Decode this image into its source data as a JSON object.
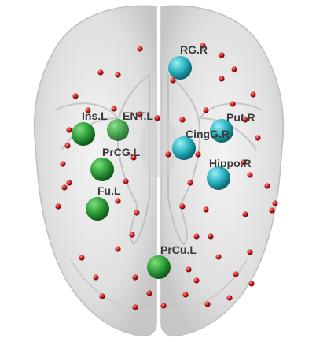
{
  "title": "",
  "colors": {
    "left_node": "#2e9e3a",
    "right_node": "#2bb3c0",
    "small_node": "#c0171c",
    "brain": "#d9d9d9"
  },
  "regions": [
    {
      "id": "rg-r",
      "label": "RG.R",
      "hemisphere": "right"
    },
    {
      "id": "ins-l",
      "label": "Ins.L",
      "hemisphere": "left"
    },
    {
      "id": "ent-l",
      "label": "ENT.L",
      "hemisphere": "left"
    },
    {
      "id": "put-r",
      "label": "Put.R",
      "hemisphere": "right"
    },
    {
      "id": "cingg-r",
      "label": "CingG.R",
      "hemisphere": "right"
    },
    {
      "id": "prcg-l",
      "label": "PrCG.L",
      "hemisphere": "left"
    },
    {
      "id": "hippo-r",
      "label": "Hippo.R",
      "hemisphere": "right"
    },
    {
      "id": "fu-l",
      "label": "Fu.L",
      "hemisphere": "left"
    },
    {
      "id": "prcu-l",
      "label": "PrCu.L",
      "hemisphere": "left"
    }
  ]
}
